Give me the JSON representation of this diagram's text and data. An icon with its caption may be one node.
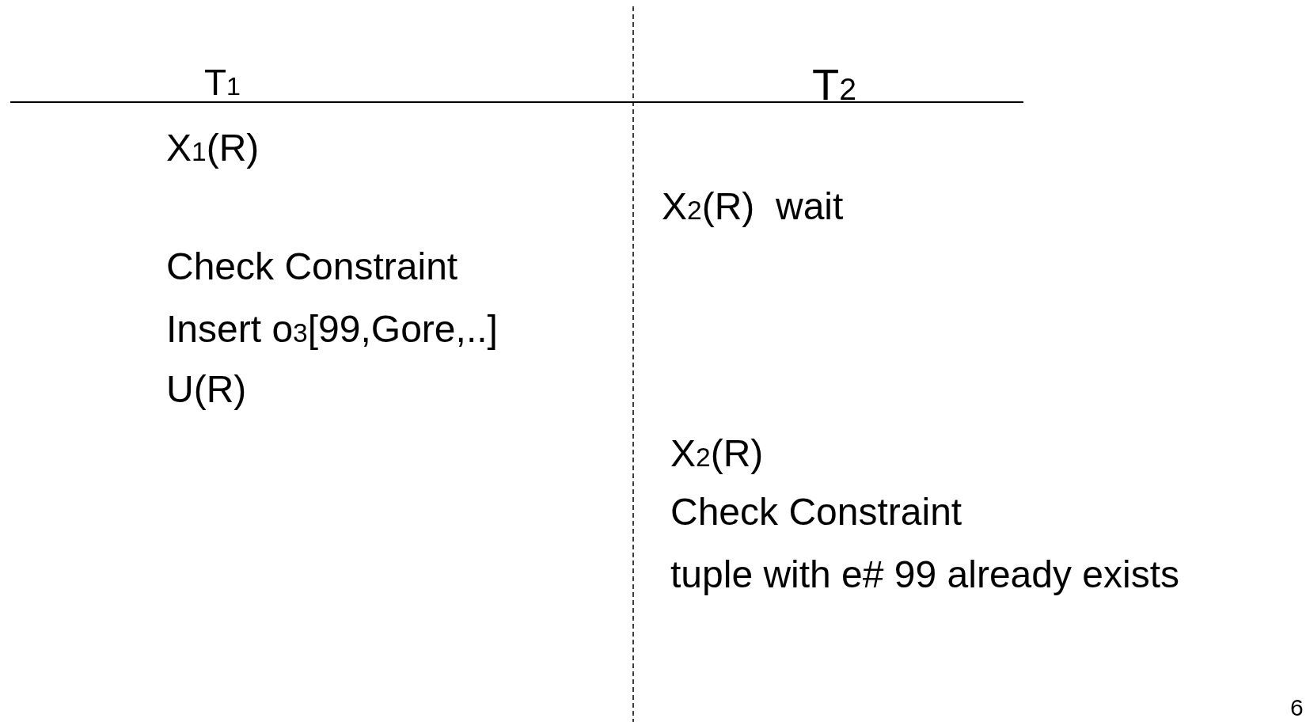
{
  "diagram": {
    "labels": [
      "T$_{1}$",
      "T$_{2}$",
      "X$_{1}$(R)",
      "X$_{2}$(R)  wait",
      "Check Constraint",
      "Insert o$_{3}$[99,Gore,..]",
      "U(R)",
      "X$_{2}$(R)",
      "Check Constraint",
      "tuple with e# 99 already exists",
      "6"
    ]
  }
}
